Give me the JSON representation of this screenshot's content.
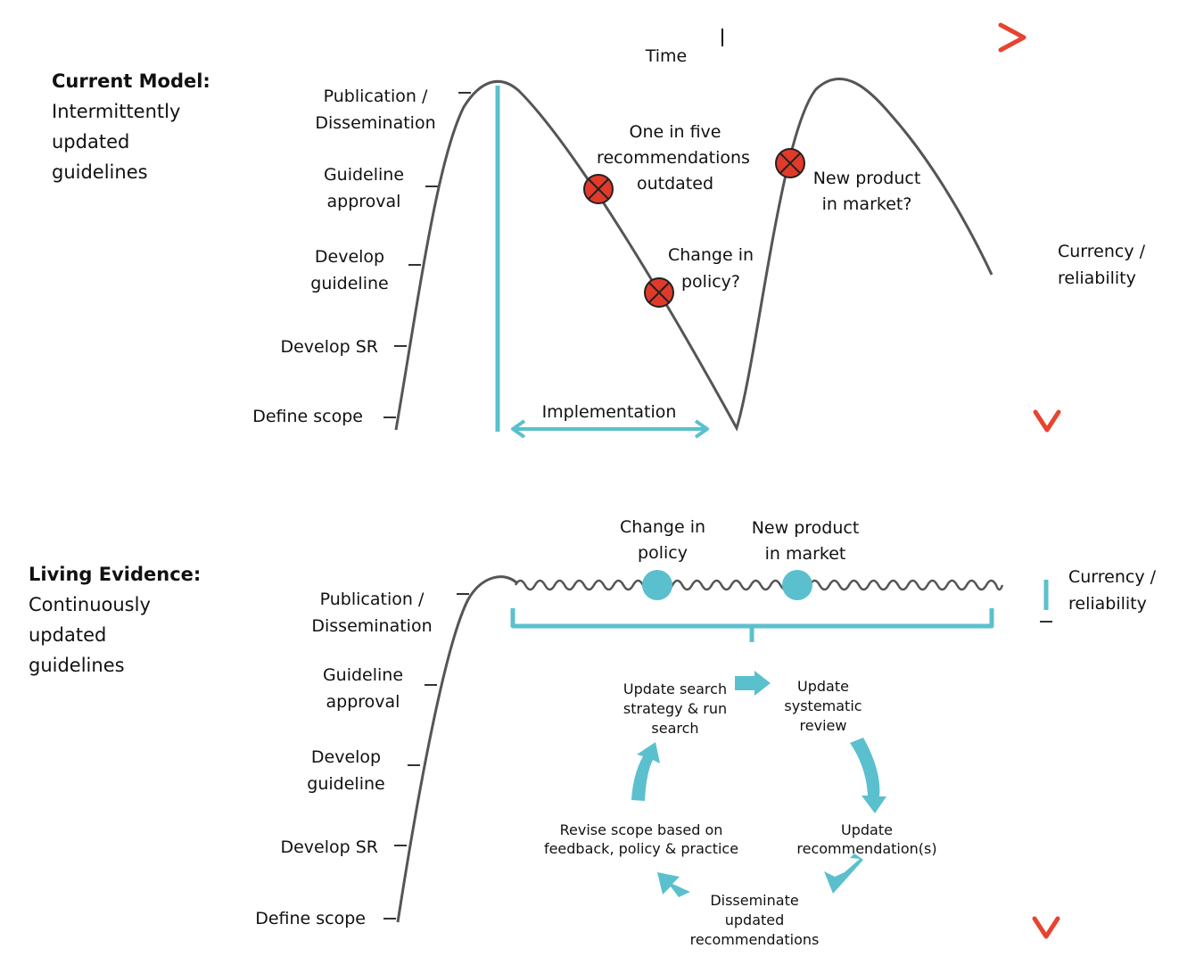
{
  "colors": {
    "teal": "#5bc0cd",
    "red": "#e8432f",
    "curve": "#555555",
    "marker_fill": "#e23a2a"
  },
  "time_label": "Time",
  "current_model": {
    "title": "Current Model:",
    "subtitle": [
      "Intermittently",
      "updated",
      "guidelines"
    ],
    "stages": [
      [
        "Publication /",
        "Dissemination"
      ],
      [
        "Guideline",
        "approval"
      ],
      [
        "Develop",
        "guideline"
      ],
      [
        "Develop SR"
      ],
      [
        "Define scope"
      ]
    ],
    "annotations": {
      "outdated": [
        "One in five",
        "recommendations",
        "outdated"
      ],
      "policy": [
        "Change in",
        "policy?"
      ],
      "product": [
        "New product",
        "in market?"
      ]
    },
    "implementation_label": "Implementation",
    "axis_label": [
      "Currency /",
      "reliability"
    ]
  },
  "living_evidence": {
    "title": "Living Evidence:",
    "subtitle": [
      "Continuously",
      "updated",
      "guidelines"
    ],
    "stages": [
      [
        "Publication /",
        "Dissemination"
      ],
      [
        "Guideline",
        "approval"
      ],
      [
        "Develop",
        "guideline"
      ],
      [
        "Develop SR"
      ],
      [
        "Define scope"
      ]
    ],
    "events": {
      "policy": [
        "Change in",
        "policy"
      ],
      "product": [
        "New product",
        "in market"
      ]
    },
    "cycle": {
      "search": [
        "Update search",
        "strategy & run",
        "search"
      ],
      "review": [
        "Update",
        "systematic",
        "review"
      ],
      "recommendations": [
        "Update",
        "recommendation(s)"
      ],
      "disseminate": [
        "Disseminate",
        "updated",
        "recommendations"
      ],
      "revise": [
        "Revise scope based on",
        "feedback, policy & practice"
      ]
    },
    "axis_label": [
      "Currency /",
      "reliability"
    ]
  }
}
